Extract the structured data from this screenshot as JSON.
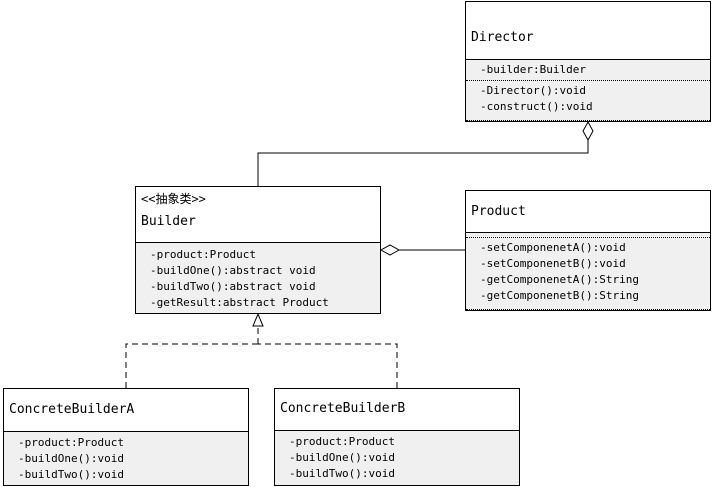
{
  "classes": {
    "director": {
      "name": "Director",
      "attributes": [
        "-builder:Builder"
      ],
      "methods": [
        "-Director():void",
        "-construct():void"
      ]
    },
    "builder": {
      "stereotype": "<<抽象类>>",
      "name": "Builder",
      "members": [
        "-product:Product",
        "-buildOne():abstract void",
        "-buildTwo():abstract void",
        "-getResult:abstract Product"
      ]
    },
    "product": {
      "name": "Product",
      "methods": [
        "-setComponenetA():void",
        "-setComponenetB():void",
        "-getComponenetA():String",
        "-getComponenetB():String"
      ]
    },
    "concrete_builder_a": {
      "name": "ConcreteBuilderA",
      "members": [
        "-product:Product",
        "-buildOne():void",
        "-buildTwo():void"
      ]
    },
    "concrete_builder_b": {
      "name": "ConcreteBuilderB",
      "members": [
        "-product:Product",
        "-buildOne():void",
        "-buildTwo():void"
      ]
    }
  }
}
